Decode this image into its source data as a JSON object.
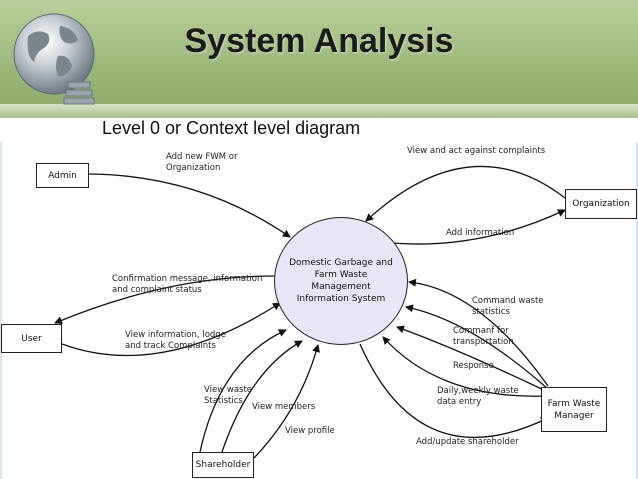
{
  "slide": {
    "title": "System Analysis",
    "subtitle": "Level 0 or Context level diagram"
  },
  "diagram": {
    "process": "Domestic Garbage and Farm Waste Management Information System",
    "entities": {
      "admin": "Admin",
      "user": "User",
      "organization": "Organization",
      "farm_waste_manager": "Farm Waste Manager",
      "shareholder": "Shareholder"
    },
    "flows": {
      "add_fwm": "Add new FWM or\nOrganization",
      "view_act": "View and act against complaints",
      "add_info": "Add information",
      "confirmation": "Confirmation message, information\nand complaint status",
      "view_info": "View information, lodge\nand track Complaints",
      "command_stats": "Command waste\nstatistics",
      "command_transport": "Commanf for\ntransportation",
      "response": "Response",
      "daily_weekly": "Daily,weekly waste\ndata entry",
      "add_shareholder": "Add/update shareholder",
      "view_waste_stats": "View waste\nStatistics",
      "view_members": "View members",
      "view_profile": "View profile"
    }
  }
}
